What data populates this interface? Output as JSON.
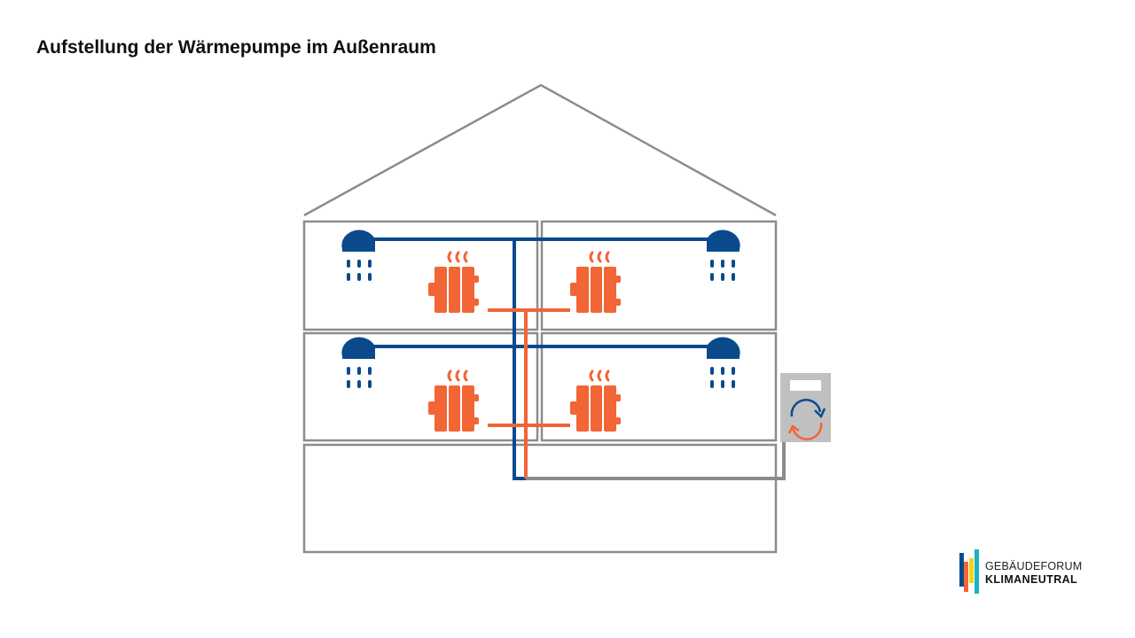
{
  "title": "Aufstellung der Wärmepumpe im Außenraum",
  "colors": {
    "outline": "#8c8c8c",
    "water": "#0a4a8c",
    "heating": "#f26535",
    "pump": "#c0c0c0"
  },
  "logo": {
    "line1": "GEBÄUDEFORUM",
    "line2": "KLIMANEUTRAL"
  }
}
